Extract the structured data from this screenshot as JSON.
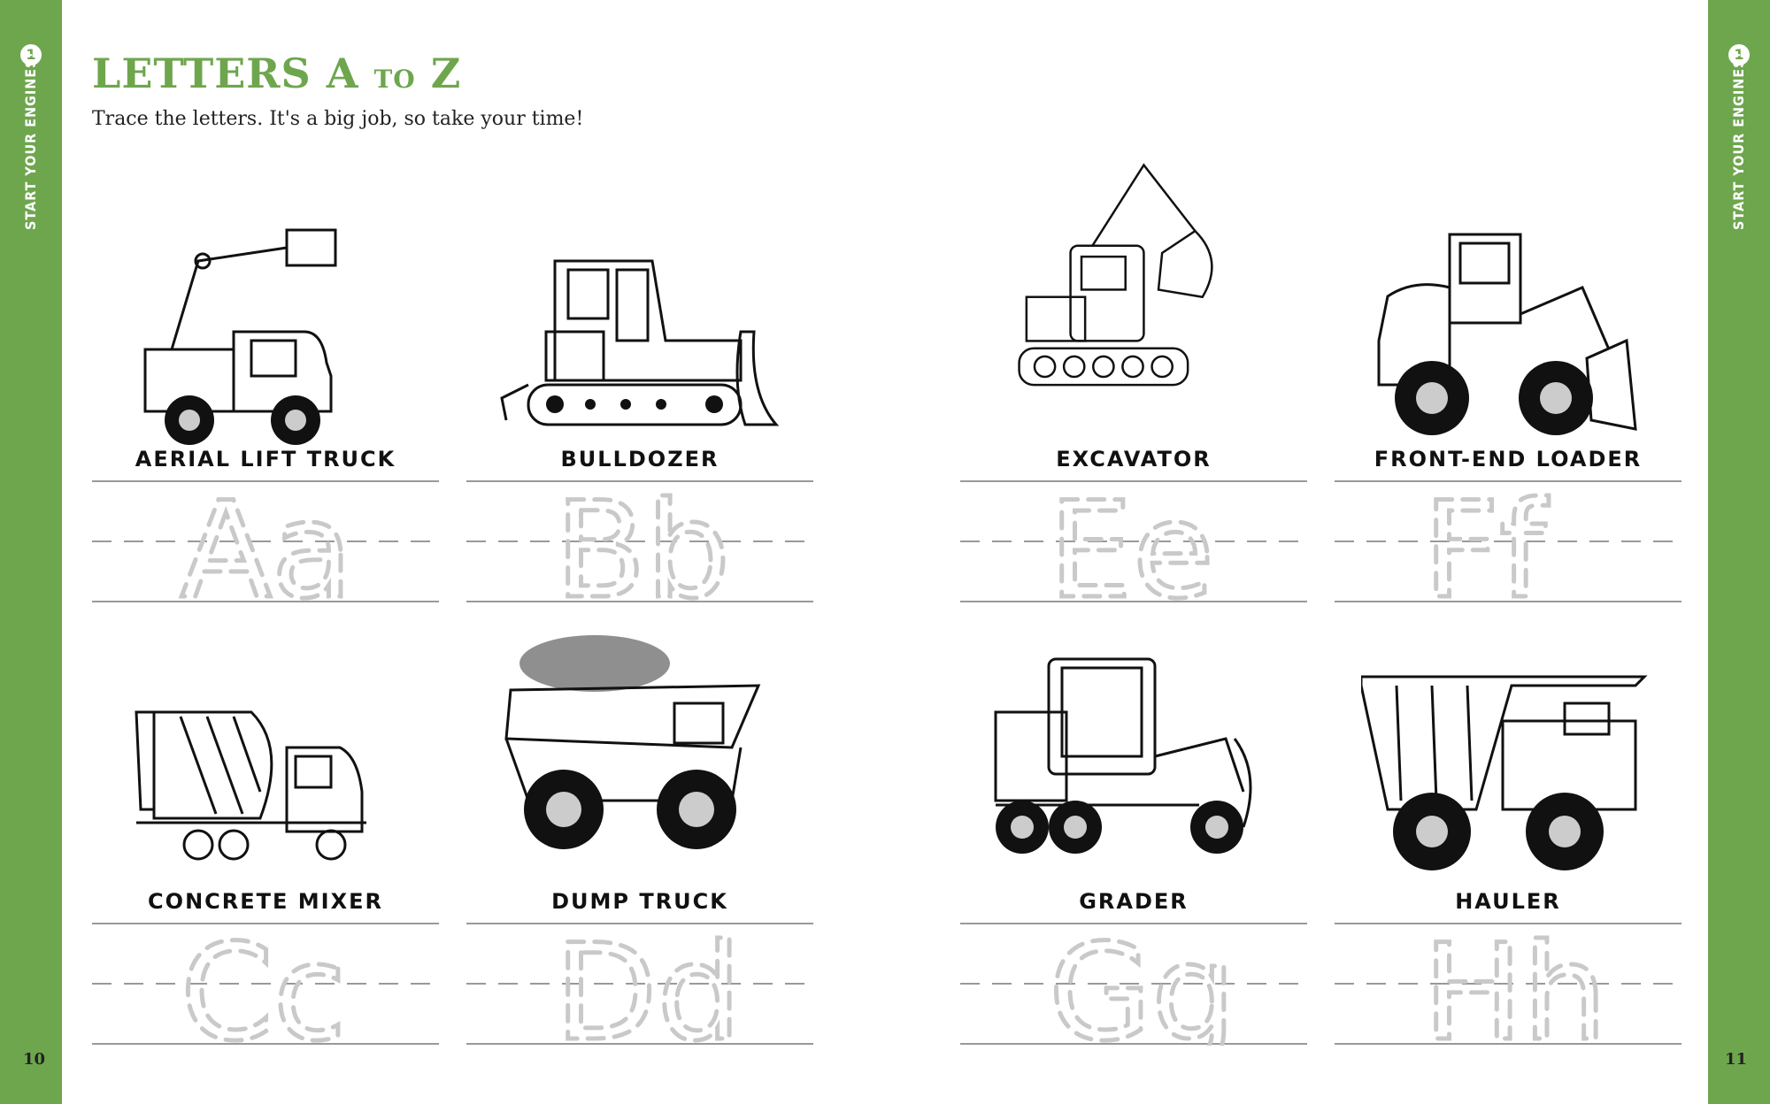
{
  "book": {
    "section_number": "1",
    "section_title": "START YOUR ENGINES!",
    "page_left": "10",
    "page_right": "11"
  },
  "header": {
    "title_main": "LETTERS A",
    "title_to": "TO",
    "title_end": "Z",
    "instructions": "Trace the letters. It's a big job, so take your time!"
  },
  "colors": {
    "accent": "#6ea64e",
    "trace": "#c9c9c9",
    "ink": "#111111"
  },
  "cards": [
    {
      "vehicle": "AERIAL LIFT TRUCK",
      "letters": "Aa",
      "icon": "aerial-lift-truck-icon"
    },
    {
      "vehicle": "BULLDOZER",
      "letters": "Bb",
      "icon": "bulldozer-icon"
    },
    {
      "vehicle": "EXCAVATOR",
      "letters": "Ee",
      "icon": "excavator-icon"
    },
    {
      "vehicle": "FRONT-END LOADER",
      "letters": "Ff",
      "icon": "front-end-loader-icon"
    },
    {
      "vehicle": "CONCRETE MIXER",
      "letters": "Cc",
      "icon": "concrete-mixer-icon"
    },
    {
      "vehicle": "DUMP TRUCK",
      "letters": "Dd",
      "icon": "dump-truck-icon"
    },
    {
      "vehicle": "GRADER",
      "letters": "Gg",
      "icon": "grader-icon"
    },
    {
      "vehicle": "HAULER",
      "letters": "Hh",
      "icon": "hauler-icon"
    }
  ]
}
